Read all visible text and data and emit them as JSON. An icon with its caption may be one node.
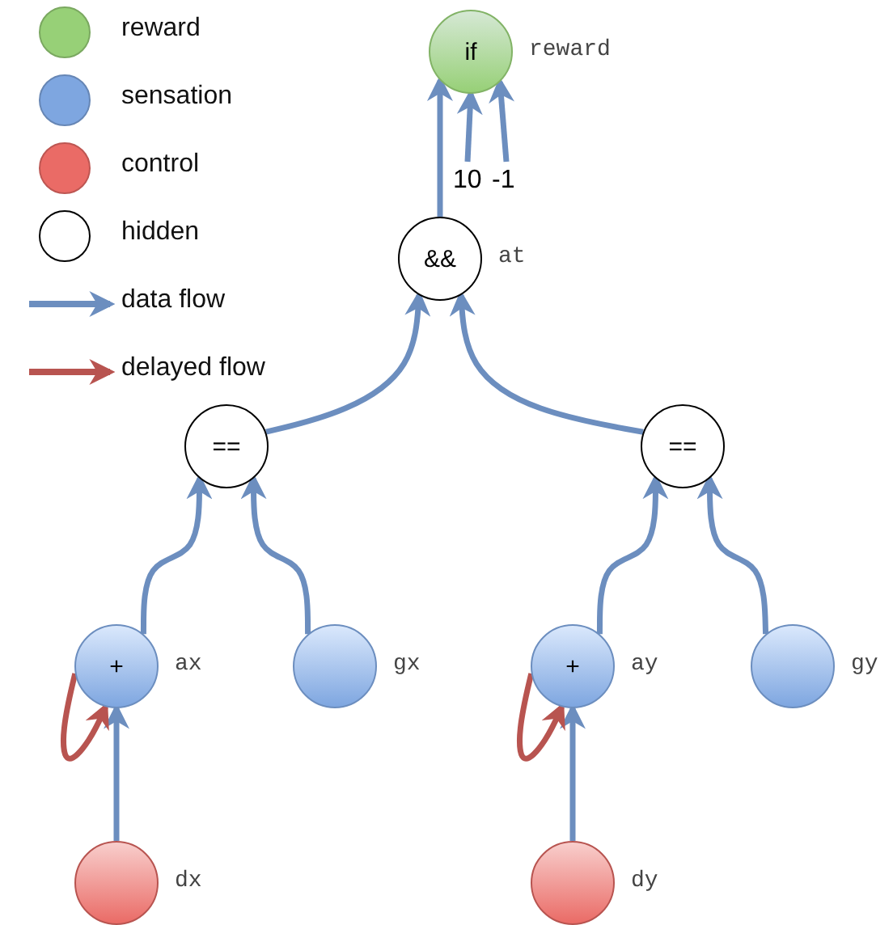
{
  "diagram": {
    "nodes": [
      {
        "text": [
          "if"
        ],
        "beside": [
          "reward"
        ]
      },
      {
        "text": [
          "&&"
        ],
        "beside": [
          "at"
        ]
      },
      {
        "text": [
          "=="
        ]
      },
      {
        "text": [
          "=="
        ]
      },
      {
        "text": [
          "+"
        ],
        "beside": [
          "ax"
        ]
      },
      {
        "text": [],
        "shape": "circle",
        "beside": [
          "gx"
        ]
      },
      {
        "text": [
          "+"
        ],
        "beside": [
          "ay"
        ]
      },
      {
        "text": [],
        "shape": "circle",
        "beside": [
          "gy"
        ]
      },
      {
        "text": [],
        "shape": "circle",
        "beside": [
          "dx"
        ]
      },
      {
        "text": [],
        "shape": "circle",
        "beside": [
          "dy"
        ]
      },
      {
        "text": [
          "10"
        ]
      },
      {
        "text": [
          "-1"
        ]
      }
    ],
    "edges": [
      {
        "from": 1,
        "to": 0,
        "arrow": "to"
      },
      {
        "from": 10,
        "to": 0,
        "arrow": "to"
      },
      {
        "from": 11,
        "to": 0,
        "arrow": "to"
      },
      {
        "from": 2,
        "to": 1,
        "arrow": "to"
      },
      {
        "from": 3,
        "to": 1,
        "arrow": "to"
      },
      {
        "from": 4,
        "to": 2,
        "arrow": "to"
      },
      {
        "from": 5,
        "to": 2,
        "arrow": "to"
      },
      {
        "from": 6,
        "to": 3,
        "arrow": "to"
      },
      {
        "from": 7,
        "to": 3,
        "arrow": "to"
      },
      {
        "from": 8,
        "to": 4,
        "arrow": "to"
      },
      {
        "from": 9,
        "to": 6,
        "arrow": "to"
      },
      {
        "from": 4,
        "to": 4,
        "arrow": "to",
        "color": "#b85450"
      },
      {
        "from": 6,
        "to": 6,
        "arrow": "to",
        "color": "#b85450"
      }
    ],
    "legend": [
      {
        "text": "reward",
        "color": "#97d077"
      },
      {
        "text": "sensation",
        "color": "#7ea6e0"
      },
      {
        "text": "control",
        "color": "#ea6b66"
      },
      {
        "text": "hidden",
        "color": "#ffffff"
      },
      {
        "text": "data flow"
      },
      {
        "text": "delayed flow"
      }
    ]
  }
}
